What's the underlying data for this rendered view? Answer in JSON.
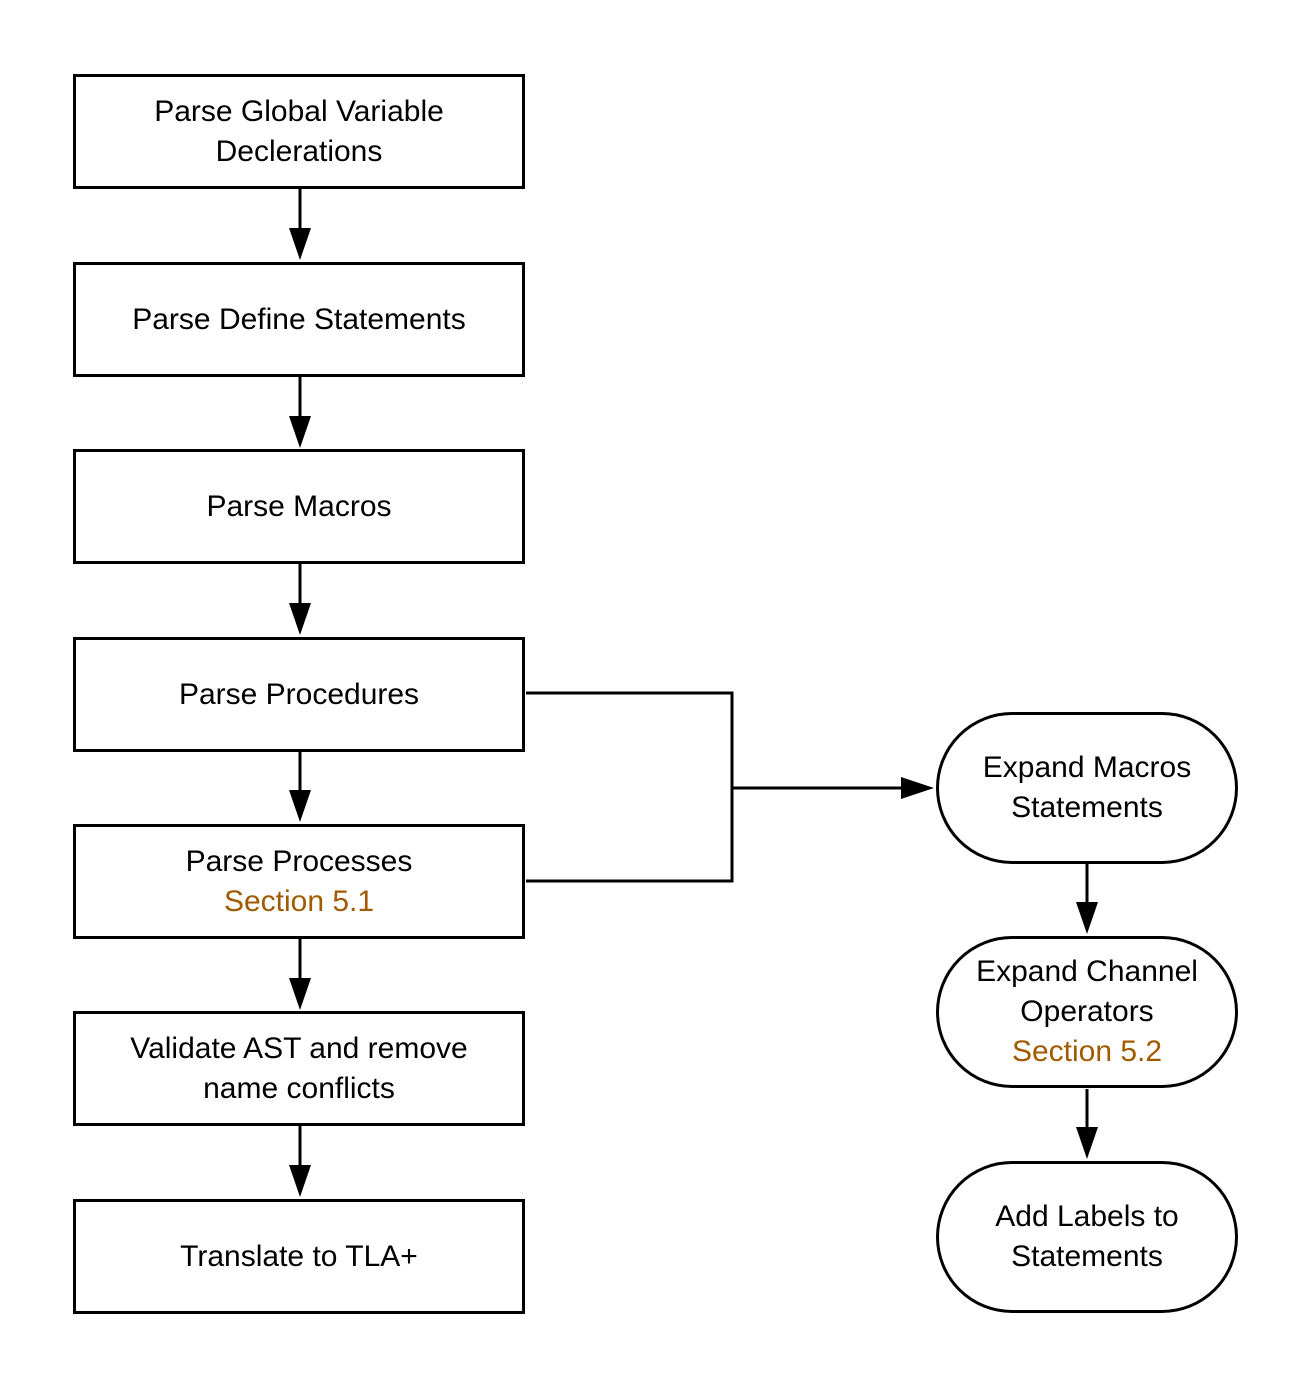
{
  "colors": {
    "stroke": "#000000",
    "reference_text": "#A05A00",
    "background": "#ffffff"
  },
  "nodes": {
    "parse_globals": {
      "lines": [
        "Parse Global Variable",
        "Declerations"
      ]
    },
    "parse_define": {
      "lines": [
        "Parse Define Statements"
      ]
    },
    "parse_macros": {
      "lines": [
        "Parse Macros"
      ]
    },
    "parse_procedures": {
      "lines": [
        "Parse Procedures"
      ]
    },
    "parse_processes": {
      "lines": [
        "Parse Processes"
      ],
      "ref": "Section 5.1"
    },
    "validate_ast": {
      "lines": [
        "Validate AST and remove",
        "name conflicts"
      ]
    },
    "translate": {
      "lines": [
        "Translate to TLA+"
      ]
    },
    "expand_macros": {
      "lines": [
        "Expand Macros",
        "Statements"
      ]
    },
    "expand_channel": {
      "lines": [
        "Expand Channel",
        "Operators"
      ],
      "ref": "Section 5.2"
    },
    "add_labels": {
      "lines": [
        "Add Labels to",
        "Statements"
      ]
    }
  }
}
